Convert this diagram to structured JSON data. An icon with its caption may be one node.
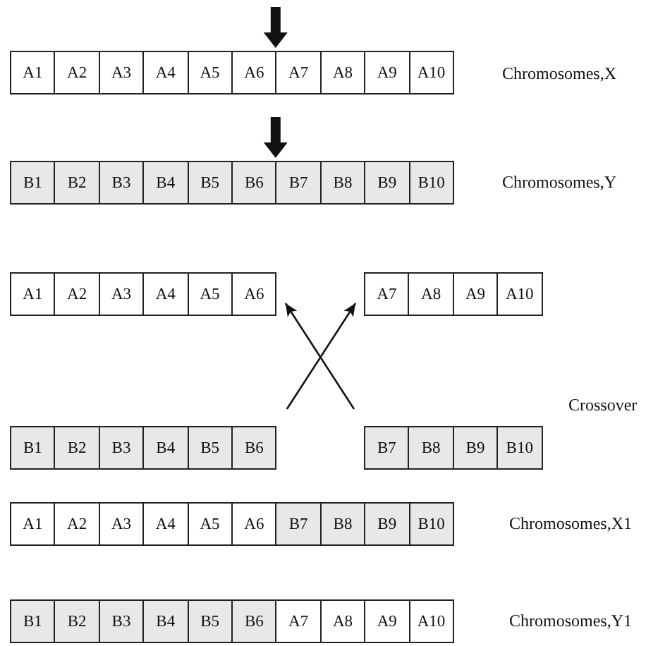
{
  "diagram": {
    "nodes": [
      {
        "text": [
          "A1"
        ]
      },
      {
        "text": [
          "A2"
        ]
      },
      {
        "text": [
          "A3"
        ]
      },
      {
        "text": [
          "A4"
        ]
      },
      {
        "text": [
          "A5"
        ]
      },
      {
        "text": [
          "A6"
        ]
      },
      {
        "text": [
          "A7"
        ]
      },
      {
        "text": [
          "A8"
        ]
      },
      {
        "text": [
          "A9"
        ]
      },
      {
        "text": [
          "A10"
        ]
      },
      {
        "text": [
          "B1"
        ]
      },
      {
        "text": [
          "B2"
        ]
      },
      {
        "text": [
          "B3"
        ]
      },
      {
        "text": [
          "B4"
        ]
      },
      {
        "text": [
          "B5"
        ]
      },
      {
        "text": [
          "B6"
        ]
      },
      {
        "text": [
          "B7"
        ]
      },
      {
        "text": [
          "B8"
        ]
      },
      {
        "text": [
          "B9"
        ]
      },
      {
        "text": [
          "B10"
        ]
      },
      {
        "text": [
          "A1"
        ]
      },
      {
        "text": [
          "A2"
        ]
      },
      {
        "text": [
          "A3"
        ]
      },
      {
        "text": [
          "A4"
        ]
      },
      {
        "text": [
          "A5"
        ]
      },
      {
        "text": [
          "A6"
        ]
      },
      {
        "text": [
          "A7"
        ]
      },
      {
        "text": [
          "A8"
        ]
      },
      {
        "text": [
          "A9"
        ]
      },
      {
        "text": [
          "A10"
        ]
      },
      {
        "text": [
          "B1"
        ]
      },
      {
        "text": [
          "B2"
        ]
      },
      {
        "text": [
          "B3"
        ]
      },
      {
        "text": [
          "B4"
        ]
      },
      {
        "text": [
          "B5"
        ]
      },
      {
        "text": [
          "B6"
        ]
      },
      {
        "text": [
          "B7"
        ]
      },
      {
        "text": [
          "B8"
        ]
      },
      {
        "text": [
          "B9"
        ]
      },
      {
        "text": [
          "B10"
        ]
      },
      {
        "text": [
          "A1"
        ]
      },
      {
        "text": [
          "A2"
        ]
      },
      {
        "text": [
          "A3"
        ]
      },
      {
        "text": [
          "A4"
        ]
      },
      {
        "text": [
          "A5"
        ]
      },
      {
        "text": [
          "A6"
        ]
      },
      {
        "text": [
          "B7"
        ]
      },
      {
        "text": [
          "B8"
        ]
      },
      {
        "text": [
          "B9"
        ]
      },
      {
        "text": [
          "B10"
        ]
      },
      {
        "text": [
          "B1"
        ]
      },
      {
        "text": [
          "B2"
        ]
      },
      {
        "text": [
          "B3"
        ]
      },
      {
        "text": [
          "B4"
        ]
      },
      {
        "text": [
          "B5"
        ]
      },
      {
        "text": [
          "B6"
        ]
      },
      {
        "text": [
          "A7"
        ]
      },
      {
        "text": [
          "A8"
        ]
      },
      {
        "text": [
          "A9"
        ]
      },
      {
        "text": [
          "A10"
        ]
      }
    ],
    "edges": [
      {
        "from": 35,
        "to": 26,
        "arrow": "to"
      },
      {
        "from": 36,
        "to": 25,
        "arrow": "to"
      },
      {
        "from": null,
        "to": 6,
        "arrow": "to",
        "style": "thick"
      },
      {
        "from": null,
        "to": 16,
        "arrow": "to",
        "style": "thick"
      }
    ],
    "labels": [
      "Chromosomes,X",
      "Chromosomes,Y",
      "Crossover",
      "Chromosomes,X1",
      "Chromosomes,Y1"
    ]
  }
}
